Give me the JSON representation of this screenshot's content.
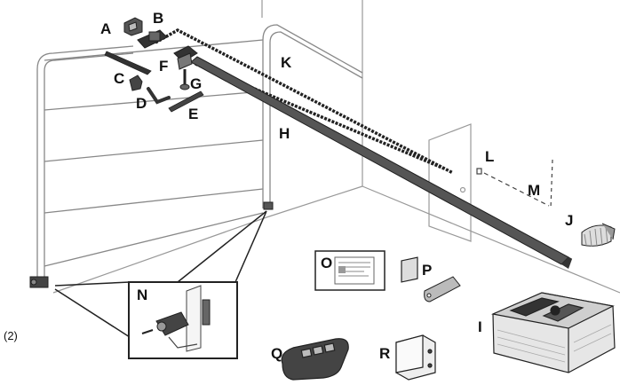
{
  "figure_number": "(2)",
  "labels": {
    "A": "A",
    "B": "B",
    "C": "C",
    "D": "D",
    "E": "E",
    "F": "F",
    "G": "G",
    "H": "H",
    "I": "I",
    "J": "J",
    "K": "K",
    "L": "L",
    "M": "M",
    "N": "N",
    "O": "O",
    "P": "P",
    "Q": "Q",
    "R": "R"
  },
  "colors": {
    "line": "#222222",
    "wall": "#888888",
    "part_dark": "#333333",
    "part_mid": "#9a9a9a"
  }
}
